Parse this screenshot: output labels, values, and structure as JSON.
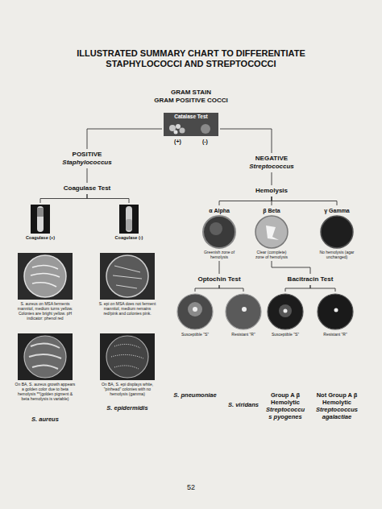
{
  "diagram": {
    "title": "ILLUSTRATED SUMMARY CHART TO DIFFERENTIATE STAPHYLOCOCCI AND STREPTOCOCCI",
    "nodes": [
      {
        "text": [
          "GRAM STAIN",
          "GRAM POSITIVE COCCI"
        ]
      },
      {
        "text": [
          "Catalase Test",
          "(+)",
          "(-)"
        ]
      },
      {
        "text": [
          "POSITIVE",
          "Staphylococcus"
        ]
      },
      {
        "text": [
          "NEGATIVE",
          "Streptococcus"
        ]
      },
      {
        "text": [
          "Coagulase Test"
        ]
      },
      {
        "text": [
          "Coagulase (+)"
        ]
      },
      {
        "text": [
          "Coagulase (-)"
        ]
      },
      {
        "text": [
          "Hemolysis"
        ]
      },
      {
        "text": [
          "α Alpha",
          "Greenish zone of hemolysis"
        ]
      },
      {
        "text": [
          "β Beta",
          "Clear (complete) zone of hemolysis"
        ]
      },
      {
        "text": [
          "γ Gamma",
          "No hemolysis (agar unchanged)"
        ]
      },
      {
        "text": [
          "S. aureus on MSA ferments mannitol, medium turns yellow. Colonies are bright yellow. pH indicator: phenol red"
        ]
      },
      {
        "text": [
          "S. epi on MSA does not ferment mannitol, medium remains red/pink and colonies pink."
        ]
      },
      {
        "text": [
          "Optochin Test"
        ]
      },
      {
        "text": [
          "Bacitracin Test"
        ]
      },
      {
        "text": [
          "On BA, S. aureus growth appears a golden color due to beta hemolysis **(golden pigment & beta hemolysis is variable)"
        ]
      },
      {
        "text": [
          "On BA, S. epi displays white, \"pinhead\" colonies with no hemolysis (gamma)"
        ]
      },
      {
        "text": [
          "Susceptible \"S\""
        ]
      },
      {
        "text": [
          "Resistant \"R\""
        ]
      },
      {
        "text": [
          "Susceptible \"S\""
        ]
      },
      {
        "text": [
          "Resistant \"R\""
        ]
      },
      {
        "text": [
          "S. aureus"
        ]
      },
      {
        "text": [
          "S. epidermidis"
        ]
      },
      {
        "text": [
          "S. pneumoniae"
        ]
      },
      {
        "text": [
          "S. viridans"
        ]
      },
      {
        "text": [
          "Group A β Hemolytic",
          "Streptococcus pyogenes"
        ]
      },
      {
        "text": [
          "Not Group A β Hemolytic",
          "Streptococcus agalactiae"
        ]
      }
    ],
    "edges": [
      {
        "from": 1,
        "to": 2,
        "arrow": "none"
      },
      {
        "from": 1,
        "to": 3,
        "arrow": "none"
      },
      {
        "from": 2,
        "to": 4,
        "arrow": "none"
      },
      {
        "from": 4,
        "to": 5,
        "arrow": "none"
      },
      {
        "from": 4,
        "to": 6,
        "arrow": "none"
      },
      {
        "from": 3,
        "to": 7,
        "arrow": "none"
      },
      {
        "from": 7,
        "to": 8,
        "arrow": "none"
      },
      {
        "from": 7,
        "to": 9,
        "arrow": "none"
      },
      {
        "from": 7,
        "to": 10,
        "arrow": "none"
      },
      {
        "from": 8,
        "to": 13,
        "arrow": "none"
      },
      {
        "from": 9,
        "to": 14,
        "arrow": "none"
      },
      {
        "from": 13,
        "to": 17,
        "arrow": "none"
      },
      {
        "from": 13,
        "to": 18,
        "arrow": "none"
      },
      {
        "from": 14,
        "to": 19,
        "arrow": "none"
      },
      {
        "from": 14,
        "to": 20,
        "arrow": "none"
      }
    ],
    "labels": [
      "52"
    ]
  }
}
